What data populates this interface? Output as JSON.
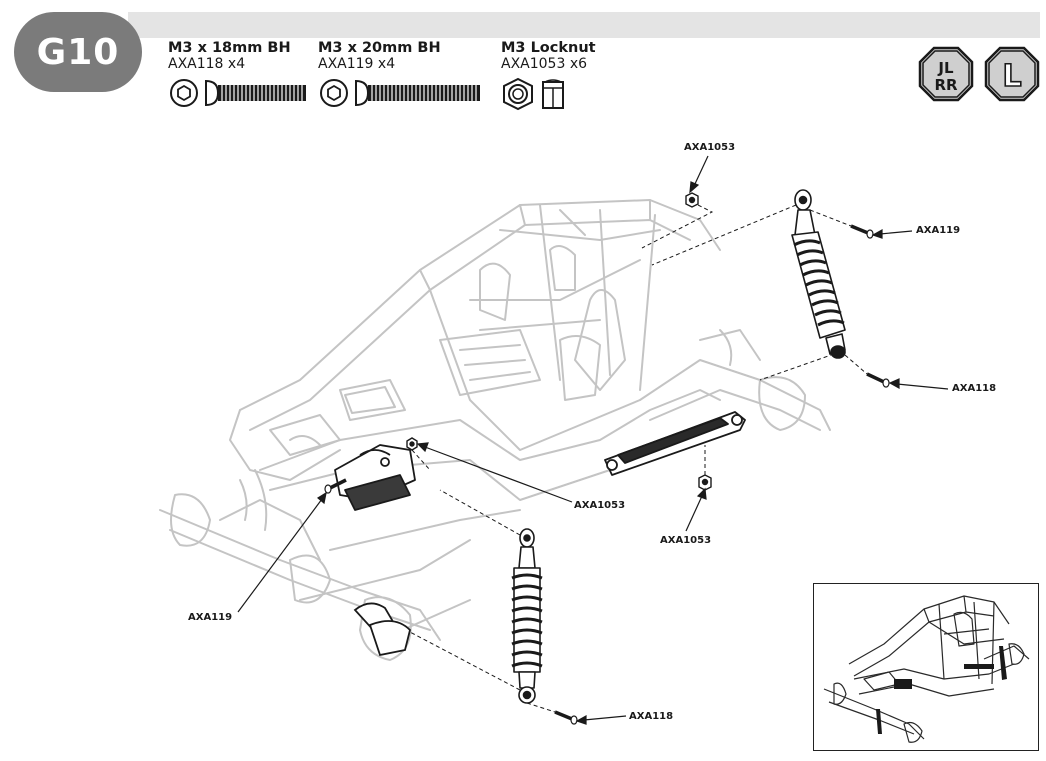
{
  "step": {
    "label": "G10"
  },
  "parts": [
    {
      "name": "M3 x 18mm BH",
      "qty": "AXA118 x4",
      "icon": "button-head-screw-icon"
    },
    {
      "name": "M3 x 20mm BH",
      "qty": "AXA119 x4",
      "icon": "button-head-screw-icon"
    },
    {
      "name": "M3 Locknut",
      "qty": "AXA1053 x6",
      "icon": "locknut-icon"
    }
  ],
  "side_icons": [
    {
      "name": "left-right-side-icon",
      "text_top": "JL",
      "text_bottom": "RR"
    },
    {
      "name": "left-side-icon",
      "text": "L"
    }
  ],
  "callouts": {
    "locknut_top": "AXA1053",
    "screw_top_right": "AXA119",
    "screw_mid_right": "AXA118",
    "locknut_center": "AXA1053",
    "locknut_lower_right": "AXA1053",
    "screw_left": "AXA119",
    "screw_bottom": "AXA118"
  },
  "colors": {
    "badge": "#7b7b7b",
    "band": "#e4e4e4",
    "lineart": "#1a1a1a",
    "ghost": "#c8c8c8"
  }
}
